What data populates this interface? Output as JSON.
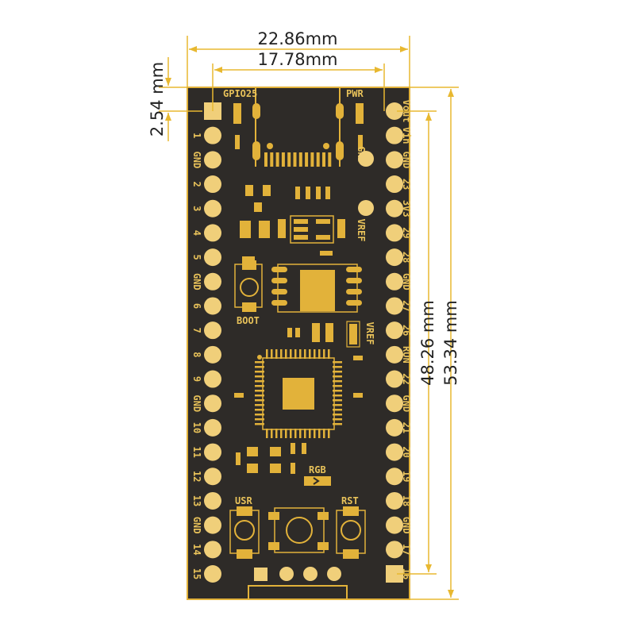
{
  "dimensions": {
    "width_outer": "22.86mm",
    "width_inner": "17.78mm",
    "pin_pitch": "2.54 mm",
    "length_pins": "48.26 mm",
    "length_board": "53.34 mm"
  },
  "board_labels": {
    "led_gpio": "GPIO25",
    "power_led": "PWR",
    "boot_button": "BOOT",
    "user_button": "USR",
    "reset_button": "RST",
    "rgb_led": "RGB",
    "inner_gnd": "GND",
    "inner_vref": "VREF",
    "vref_jumper": "VREF"
  },
  "left_pins": [
    "",
    "1",
    "GND",
    "2",
    "3",
    "4",
    "5",
    "GND",
    "6",
    "7",
    "8",
    "9",
    "GND",
    "10",
    "11",
    "12",
    "13",
    "GND",
    "14",
    "15"
  ],
  "right_pins": [
    "Vout",
    "Vin",
    "GND",
    "23",
    "3V3",
    "29",
    "28",
    "GND",
    "27",
    "26",
    "RUN",
    "22",
    "GND",
    "21",
    "20",
    "19",
    "18",
    "GND",
    "17",
    "16"
  ],
  "colors": {
    "board": "#2e2b28",
    "copper": "#e2b23a",
    "pad": "#f0cf7a",
    "dimension": "#e8b830"
  }
}
